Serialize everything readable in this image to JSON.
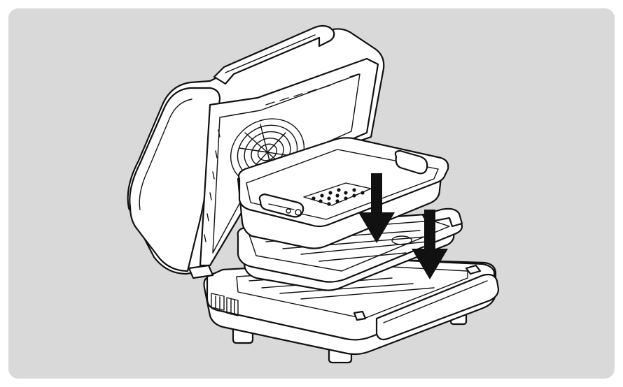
{
  "figure": {
    "subject": "appliance-assembly-illustration",
    "style": "black line drawing on light grey rounded panel",
    "colors": {
      "panel_background": "#d9d9d9",
      "page_background": "#ffffff",
      "line": "#111111",
      "fill": "#ffffff"
    },
    "parts": [
      "base-unit",
      "open-lid",
      "lid-handle",
      "fan-grille",
      "lower-tray",
      "upper-basket",
      "down-arrow-left",
      "down-arrow-right"
    ]
  }
}
